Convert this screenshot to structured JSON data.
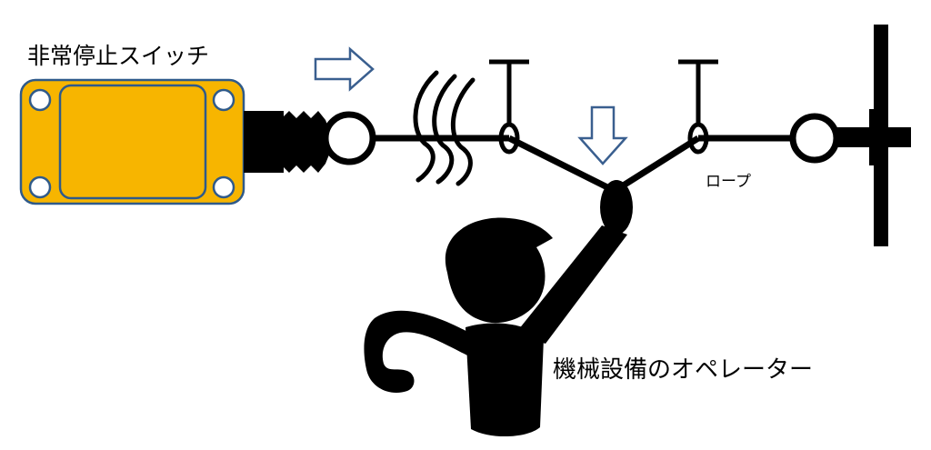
{
  "labels": {
    "switch": "非常停止スイッチ",
    "rope": "ロープ",
    "operator": "機械設備のオペレーター"
  },
  "icons": {
    "push_arrow": "hollow-right-arrow",
    "pull_arrow": "hollow-down-arrow"
  },
  "colors": {
    "switch_body": "#f7b500",
    "switch_outline": "#2f5a8a",
    "arrow_outline": "#3a5f8f",
    "ink": "#000000"
  }
}
